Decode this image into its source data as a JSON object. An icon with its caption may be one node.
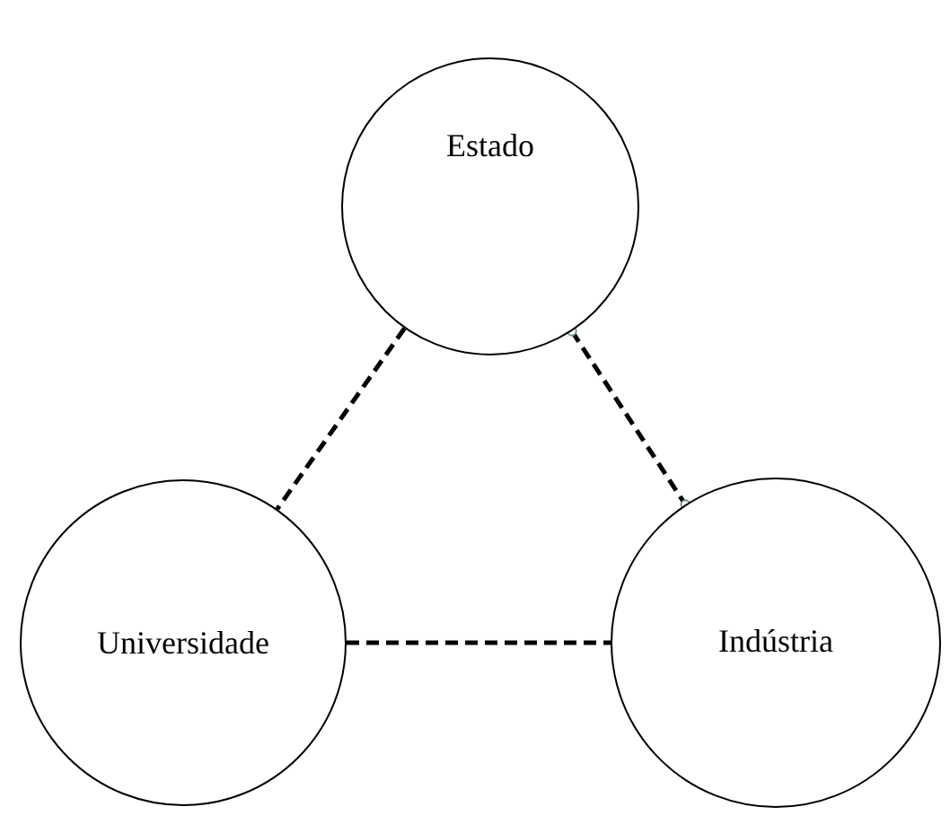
{
  "diagram": {
    "nodes": [
      {
        "text": [
          "Estado"
        ]
      },
      {
        "text": [
          "Universidade"
        ]
      },
      {
        "text": [
          "Indústria"
        ]
      }
    ],
    "edges": [
      {
        "from": 0,
        "to": 1,
        "arrow": "none",
        "style": "dashed"
      },
      {
        "from": 0,
        "to": 2,
        "arrow": "other",
        "style": "dashed"
      },
      {
        "from": 1,
        "to": 2,
        "arrow": "none",
        "style": "dashed"
      }
    ]
  }
}
